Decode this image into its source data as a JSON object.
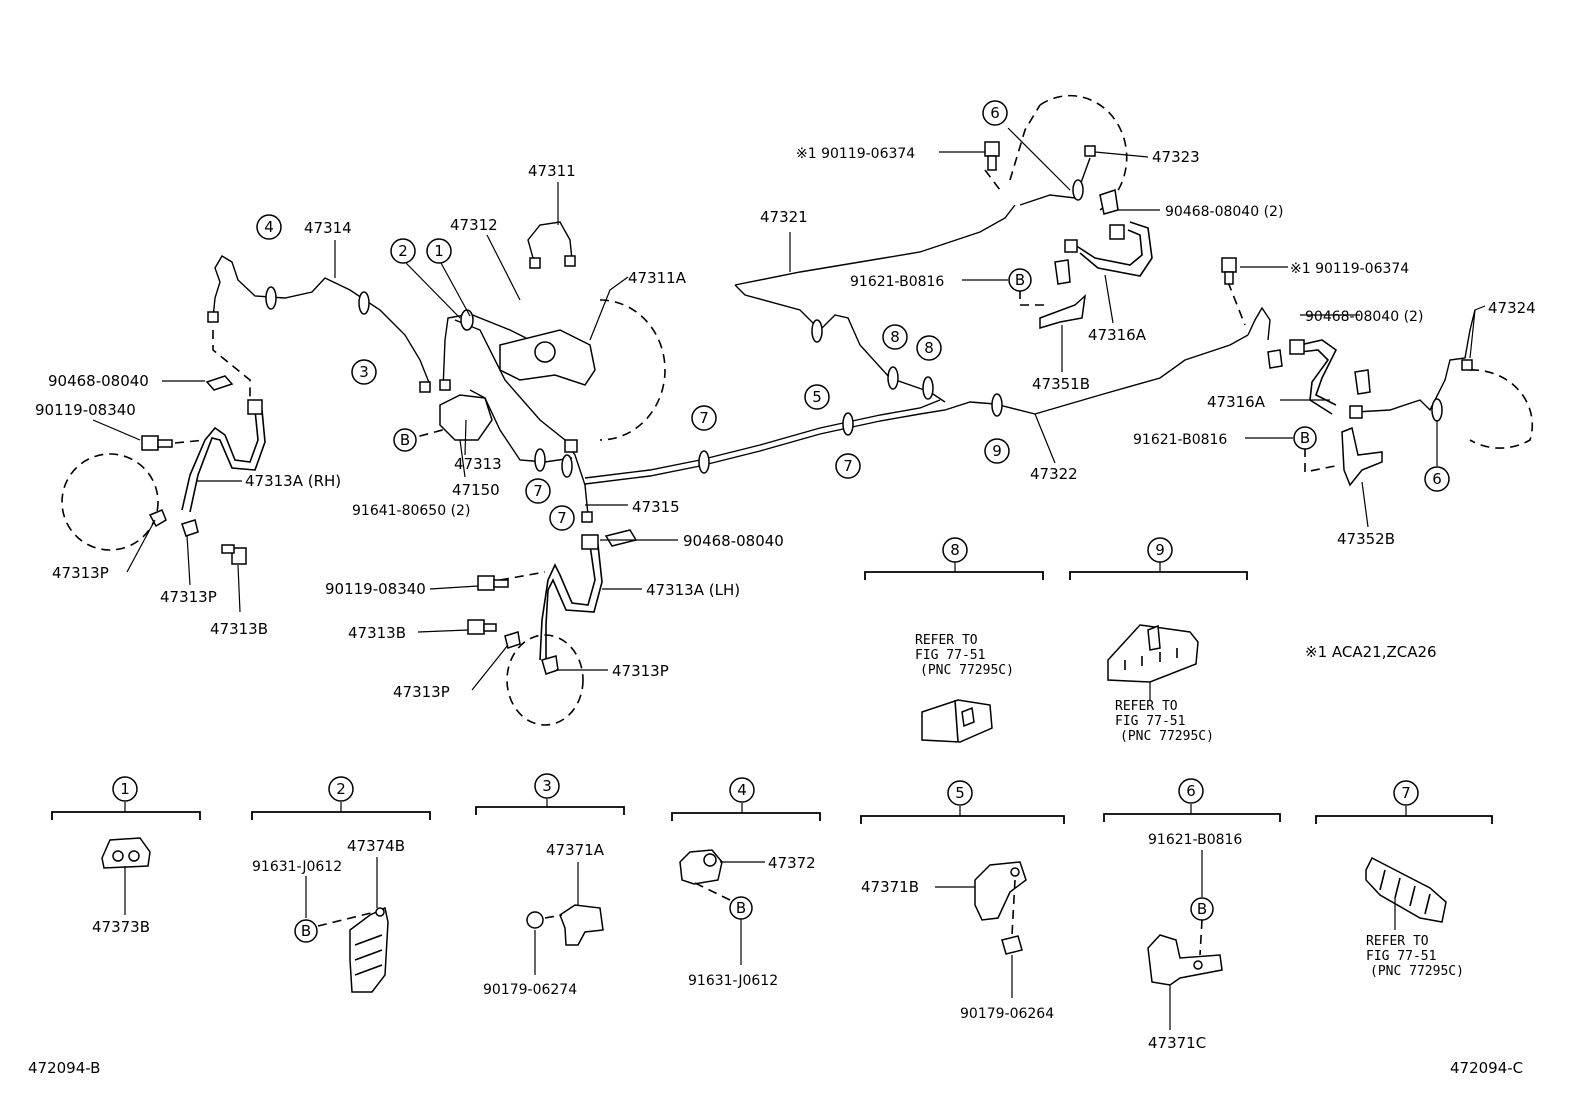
{
  "labels": {
    "p47311": "47311",
    "p47312": "47312",
    "p47311A": "47311A",
    "p47314": "47314",
    "p90468_08040_l": "90468-08040",
    "p90119_08340_l": "90119-08340",
    "p47313A_RH": "47313A (RH)",
    "p47313P_l1": "47313P",
    "p47313P_l2": "47313P",
    "p47313B_l": "47313B",
    "p47313": "47313",
    "p47150": "47150",
    "p91641": "91641-80650 (2)",
    "p47315": "47315",
    "p90468_08040_m": "90468-08040",
    "p90119_08340_m": "90119-08340",
    "p47313A_LH": "47313A (LH)",
    "p47313B_m": "47313B",
    "p47313P_m1": "47313P",
    "p47313P_m2": "47313P",
    "p47321": "47321",
    "p90119_06374_a": "※1 90119-06374",
    "p47323": "47323",
    "p90468_08040_2a": "90468-08040 (2)",
    "p91621_B0816_a": "91621-B0816",
    "p47316A_a": "47316A",
    "p47351B": "47351B",
    "p47322": "47322",
    "p90119_06374_b": "※1 90119-06374",
    "p47324": "47324",
    "p90468_08040_2b": "90468-08040 (2)",
    "p47316A_b": "47316A",
    "p91621_B0816_b": "91621-B0816",
    "p47352B": "47352B",
    "note_aca": "※1 ACA21,ZCA26",
    "refer8_1": "REFER TO",
    "refer8_2": "FIG 77-51",
    "refer8_3": "(PNC 77295C)",
    "refer9_1": "REFER TO",
    "refer9_2": "FIG 77-51",
    "refer9_3": "(PNC 77295C)",
    "p47373B": "47373B",
    "p91631_J0612_a": "91631-J0612",
    "p47374B": "47374B",
    "p47371A": "47371A",
    "p90179_06274": "90179-06274",
    "p47372": "47372",
    "p91631_J0612_b": "91631-J0612",
    "p47371B": "47371B",
    "p90179_06264": "90179-06264",
    "p91621_B0816_c": "91621-B0816",
    "p47371C": "47371C",
    "refer7_1": "REFER TO",
    "refer7_2": "FIG 77-51",
    "refer7_3": "(PNC 77295C)",
    "code_left": "472094-B",
    "code_right": "472094-C"
  },
  "markers": {
    "one": "1",
    "two": "2",
    "three": "3",
    "four": "4",
    "five": "5",
    "six": "6",
    "seven": "7",
    "eight": "8",
    "nine": "9",
    "b": "B"
  }
}
